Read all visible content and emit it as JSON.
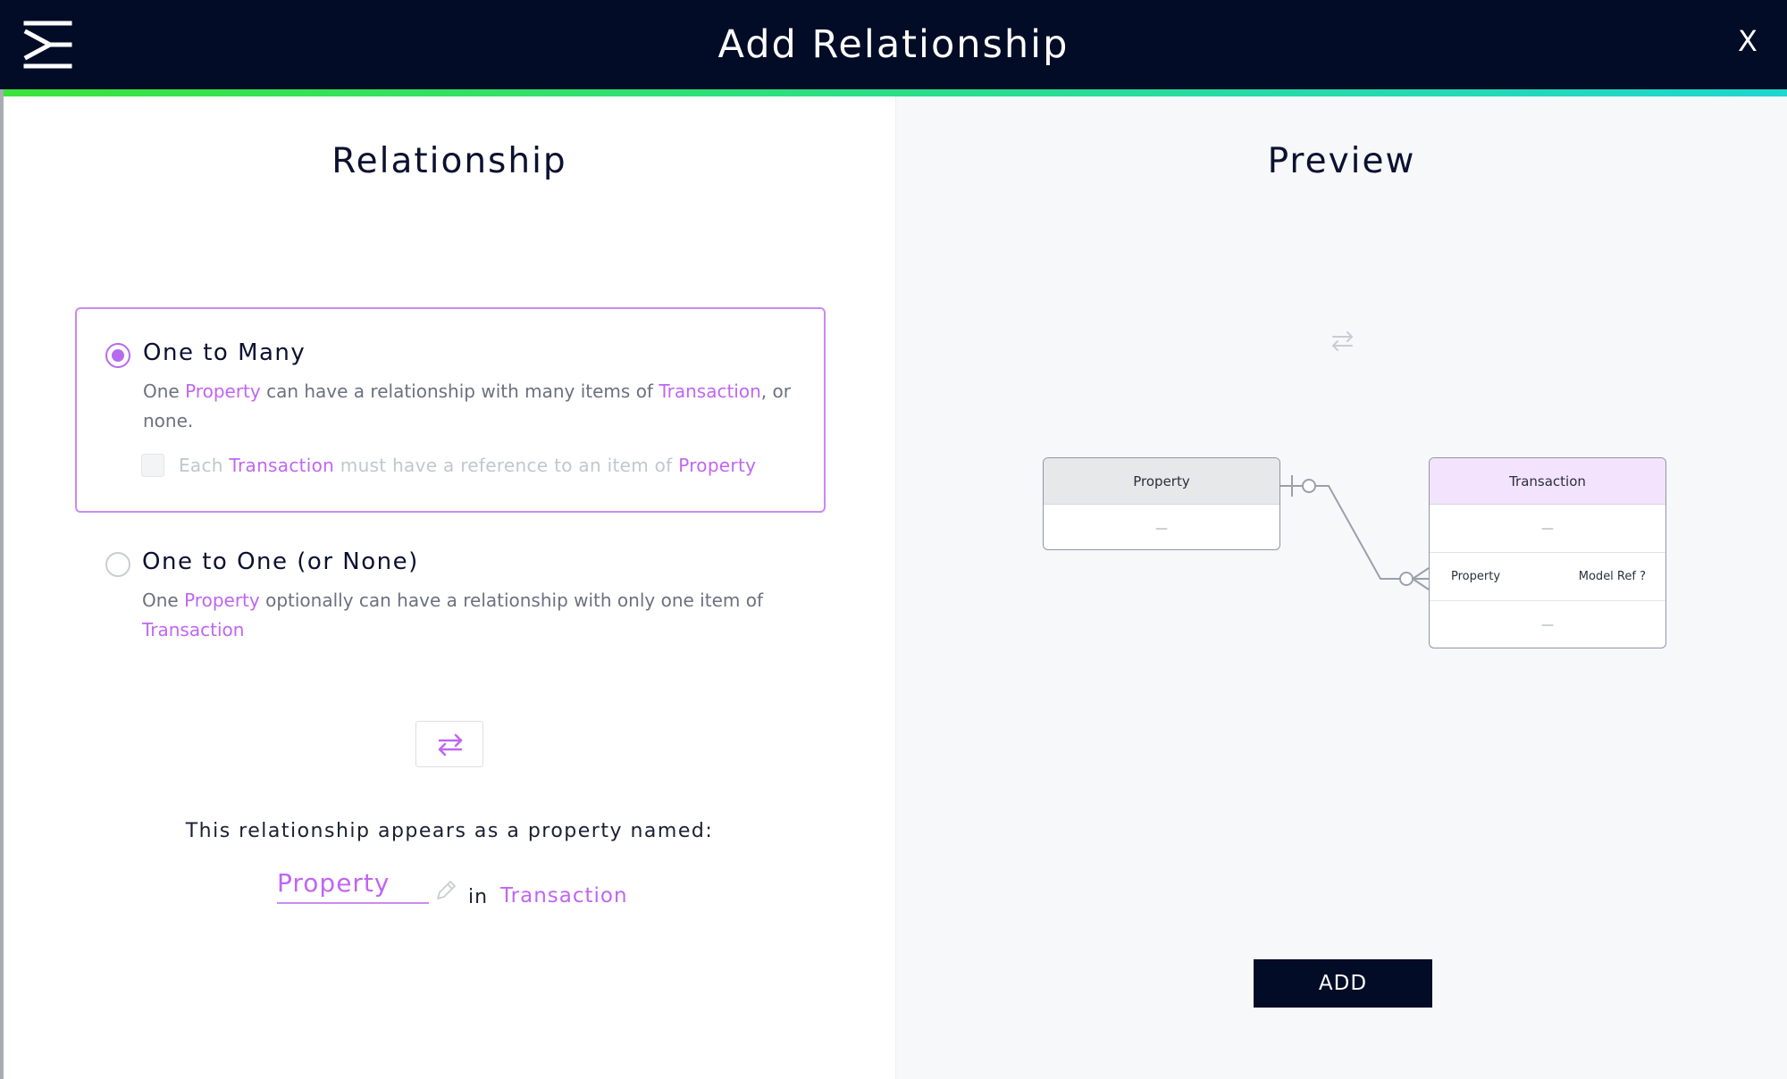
{
  "header": {
    "title": "Add Relationship",
    "close_label": "X",
    "logo_icon": "sigma-logo-icon"
  },
  "relationship": {
    "section_title": "Relationship",
    "options": [
      {
        "title": "One to Many",
        "selected": true,
        "desc_parts": [
          "One ",
          "Property",
          " can have a relationship with many items of ",
          "Transaction",
          ", or",
          "none."
        ],
        "checkbox_parts": [
          "Each ",
          "Transaction",
          " must have a reference to an item of ",
          "Property"
        ],
        "checkbox_checked": false
      },
      {
        "title": "One to One (or None)",
        "selected": false,
        "desc_parts": [
          "One ",
          "Property",
          " optionally can have a relationship with only one item of",
          "Transaction"
        ]
      }
    ],
    "swap_icon": "swap-arrows-icon",
    "property_caption": "This relationship appears as a property named:",
    "property_name": "Property",
    "edit_icon": "pencil-icon",
    "in_label": "in",
    "in_model": "Transaction"
  },
  "preview": {
    "section_title": "Preview",
    "swap_icon": "swap-arrows-icon",
    "left_entity": {
      "name": "Property",
      "empty_row": "—"
    },
    "right_entity": {
      "name": "Transaction",
      "empty_row_top": "—",
      "field_name": "Property",
      "field_type": "Model Ref ?",
      "empty_row_bottom": "—"
    },
    "add_button": "ADD"
  },
  "colors": {
    "accent": "#c066f2",
    "header_bg": "#020c26",
    "gradient_start": "#3be33b",
    "gradient_end": "#1fd6d0",
    "preview_bg": "#f7f8fa",
    "highlight_head": "#f3e3fc",
    "gray_head": "#e7e8ea"
  }
}
